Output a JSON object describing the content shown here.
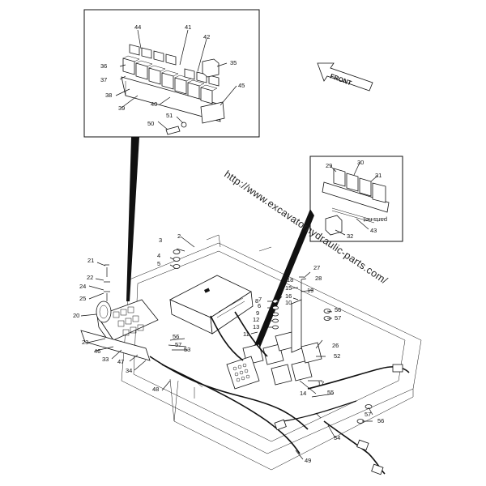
{
  "watermark": "http://www.excavatorhydraulic-parts.com/",
  "direction_label": "FRONT",
  "inset_caption": "parts.net",
  "callouts": [
    "2",
    "3",
    "4",
    "5",
    "6",
    "7",
    "8",
    "9",
    "10",
    "11",
    "12",
    "13",
    "14",
    "15",
    "16",
    "17",
    "18",
    "19",
    "20",
    "21",
    "22",
    "23",
    "24",
    "25",
    "26",
    "27",
    "28",
    "29",
    "30",
    "31",
    "32",
    "33",
    "34",
    "35",
    "36",
    "37",
    "38",
    "39",
    "40",
    "41",
    "42",
    "43",
    "44",
    "45",
    "46",
    "47",
    "48",
    "49",
    "50",
    "51",
    "52",
    "53",
    "54",
    "55",
    "56",
    "57"
  ]
}
